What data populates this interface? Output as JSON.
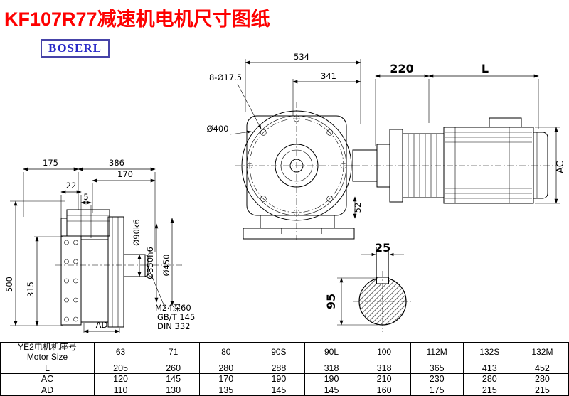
{
  "page": {
    "title": "KF107R77减速机电机尺寸图纸",
    "brand": "BOSERL"
  },
  "drawing": {
    "front": {
      "width": "534",
      "inner_width": "341",
      "bolt_holes": "8-Ø17.5",
      "flange_dia": "Ø400",
      "foot": "52"
    },
    "motor": {
      "fixed_len": "220",
      "var_len": "L",
      "ac": "AC"
    },
    "side": {
      "w175": "175",
      "w386": "386",
      "w170": "170",
      "w22": "22",
      "w5": "5",
      "h500": "500",
      "h315": "315",
      "shaft_dia": "Ø90k6",
      "spigot_dia": "Ø350h6",
      "flange_dia": "Ø450",
      "tap": "M24深60",
      "std1": "GB/T 145",
      "std2": "DIN 332",
      "ad": "AD"
    },
    "section": {
      "key_w": "25",
      "dia": "95"
    }
  },
  "table": {
    "header_cn": "YE2电机机座号",
    "header_en": "Motor Size",
    "columns": [
      "63",
      "71",
      "80",
      "90S",
      "90L",
      "100",
      "112M",
      "132S",
      "132M"
    ],
    "rows": [
      {
        "label": "L",
        "values": [
          "205",
          "260",
          "280",
          "288",
          "318",
          "318",
          "365",
          "413",
          "452"
        ]
      },
      {
        "label": "AC",
        "values": [
          "120",
          "145",
          "170",
          "190",
          "190",
          "210",
          "230",
          "280",
          "280"
        ]
      },
      {
        "label": "AD",
        "values": [
          "110",
          "130",
          "135",
          "145",
          "145",
          "160",
          "175",
          "215",
          "215"
        ]
      }
    ]
  }
}
